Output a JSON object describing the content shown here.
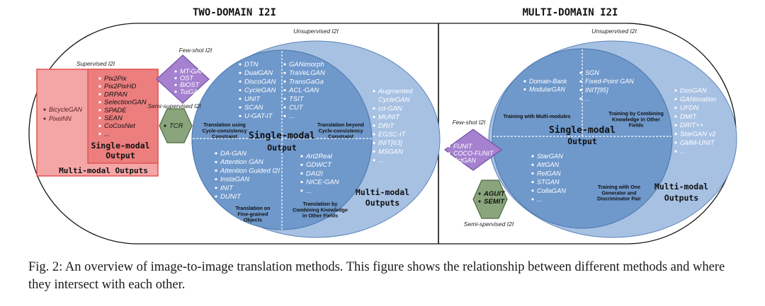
{
  "titles": {
    "two_domain": "TWO-DOMAIN I2I",
    "multi_domain": "MULTI-DOMAIN I2I"
  },
  "two": {
    "unsupervised": "Unsupervised I2I",
    "supervised": "Supervised I2I",
    "few_shot": "Few-shot I2I",
    "semi_supervised": "Semi-supervised I2I",
    "multimodal_side": [
      "BicycleGAN",
      "PixelNN"
    ],
    "supervised_methods": [
      "Pix2Pix",
      "Pix2PixHD",
      "DRPAN",
      "SelectionGAN",
      "SPADE",
      "SEAN",
      "CoCosNet",
      "..."
    ],
    "single_modal_output_left": [
      "Single-modal",
      "Output"
    ],
    "multimodal_outputs_left": "Multi-modal Outputs",
    "few_shot_methods": [
      "MT-GAN",
      "OST",
      "BiOST",
      "TuiGAN"
    ],
    "semi_methods": [
      "TCR"
    ],
    "q1_methods": [
      "DTN",
      "DualGAN",
      "DiscoGAN",
      "CycleGAN",
      "UNIT",
      "SCAN",
      "U-GAT-IT"
    ],
    "q2_methods": [
      "GANimorph",
      "TraVeLGAN",
      "TransGaGa",
      "ACL-GAN",
      "TSIT",
      "CUT",
      "..."
    ],
    "q3_methods": [
      "DA-GAN",
      "Attention GAN",
      "Attention Guided I2I",
      "InstaGAN",
      "INIT",
      "DUNIT"
    ],
    "q4_methods": [
      "Art2Real",
      "GDWCT",
      "DAI2I",
      "NICE-GAN",
      "..."
    ],
    "outer_methods": [
      "Augmented",
      "CycleGAN",
      "cd-GAN",
      "MUNIT",
      "DRIT",
      "EGSC-IT",
      "INIT[63]",
      "MSGAN",
      "..."
    ],
    "q1_label": [
      "Translation using",
      "Cycle-consistency",
      "Constraint"
    ],
    "q2_label": [
      "Translation beyond",
      "Cycle-consistency",
      "Constraint"
    ],
    "q3_label": [
      "Translation on",
      "Fine-grained",
      "Objects"
    ],
    "q4_label": [
      "Translation by",
      "Combining Knowledge",
      "in Other Fields"
    ],
    "single_modal_center": [
      "Single-modal",
      "Output"
    ],
    "multimodal_outputs": [
      "Multi-modal",
      "Outputs"
    ]
  },
  "multi": {
    "unsupervised": "Unsupervised I2I",
    "few_shot": "Few-shot I2I",
    "semi_supervised": "Semi-spervised I2I",
    "few_shot_methods": [
      "FUNIT",
      "COCO-FUNIT",
      "ZstGAN"
    ],
    "semi_methods": [
      "AGUIT",
      "SEMIT"
    ],
    "q1_methods": [
      "Domain-Bank",
      "ModularGAN"
    ],
    "q2_methods": [
      "SGN",
      "Fixed-Point GAN",
      "INIT[95]",
      "..."
    ],
    "q3_methods": [
      "StarGAN",
      "AttGAN",
      "RelGAN",
      "STGAN",
      "CollaGAN",
      "..."
    ],
    "outer_methods": [
      "DosGAN",
      "GANimation",
      "UFDN",
      "DMIT",
      "DRIT++",
      "StarGAN v2",
      "GMM-UNIT",
      "..."
    ],
    "q1_label": [
      "Training with Multi-modules"
    ],
    "q2_label": [
      "Training by Combining",
      "Knowledge in Other",
      "Fields"
    ],
    "q3_label": [
      "Training with One",
      "Generator and",
      "Discriminator Pair"
    ],
    "single_modal_center": [
      "Single-modal",
      "Output"
    ],
    "multimodal_outputs": [
      "Multi-modal",
      "Outputs"
    ]
  },
  "caption": "Fig. 2: An overview of image-to-image translation methods. This figure shows the relationship between different methods and where they intersect with each other."
}
